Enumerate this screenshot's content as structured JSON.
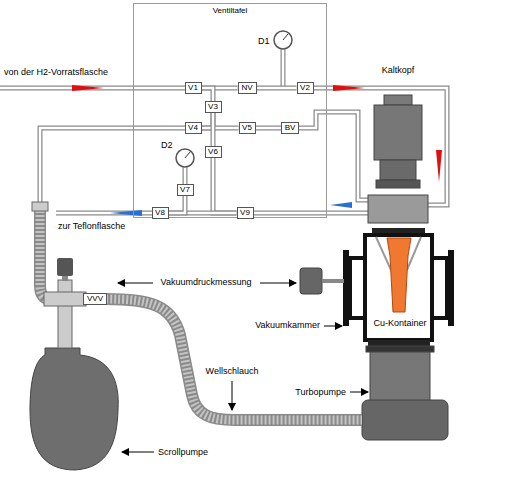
{
  "diagram": {
    "nodes": [
      {
        "text": [
          "Ventiltafel"
        ]
      },
      {
        "text": [
          "V1"
        ],
        "in": 0
      },
      {
        "text": [
          "NV"
        ],
        "in": 0
      },
      {
        "text": [
          "V2"
        ],
        "in": 0
      },
      {
        "text": [
          "V3"
        ],
        "in": 0
      },
      {
        "text": [
          "V4"
        ],
        "in": 0
      },
      {
        "text": [
          "V5"
        ],
        "in": 0
      },
      {
        "text": [
          "BV"
        ],
        "in": 0
      },
      {
        "text": [
          "V6"
        ],
        "in": 0
      },
      {
        "text": [
          "V7"
        ],
        "in": 0
      },
      {
        "text": [
          "V8"
        ],
        "in": 0
      },
      {
        "text": [
          "V9"
        ],
        "in": 0
      },
      {
        "text": [
          "VVV"
        ]
      }
    ],
    "edges": [
      {
        "from": 1,
        "to": 2,
        "arrow": "none"
      },
      {
        "from": 2,
        "to": 3,
        "arrow": "none"
      },
      {
        "from": 1,
        "to": 4,
        "arrow": "none"
      },
      {
        "from": 4,
        "to": 5,
        "arrow": "none"
      },
      {
        "from": 5,
        "to": 6,
        "arrow": "none"
      },
      {
        "from": 6,
        "to": 7,
        "arrow": "none"
      },
      {
        "from": 4,
        "to": 8,
        "arrow": "none"
      },
      {
        "from": 8,
        "to": 11,
        "arrow": "none"
      },
      {
        "from": 10,
        "to": 11,
        "arrow": "none"
      },
      {
        "from": 9,
        "to": 10,
        "arrow": "none"
      }
    ],
    "labels": [
      "von der H2-Vorratsflasche",
      "D1",
      "D2",
      "Kaltkopf",
      "zur Teflonflasche",
      "Vakuumdruckmessung",
      "Cu-Kontainer",
      "Vakuumkammer",
      "Turbopumpe",
      "Wellschlauch",
      "Scrollpumpe"
    ]
  }
}
